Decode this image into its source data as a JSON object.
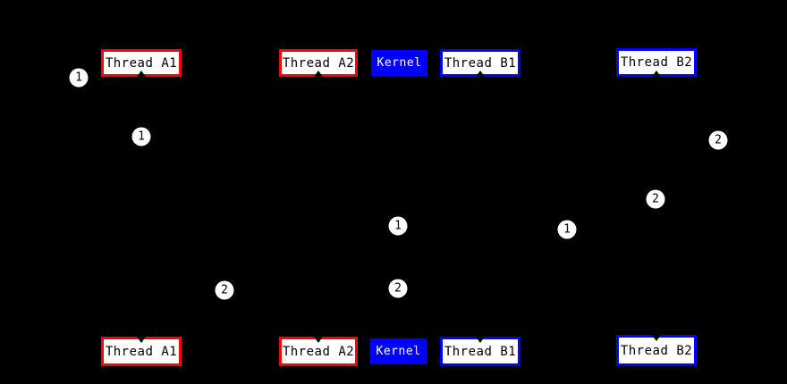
{
  "diagram": {
    "colors": {
      "background": "#000000",
      "thread_a_border": "#ff0000",
      "thread_b_border": "#0000ff",
      "kernel_fill": "#0000ff",
      "kernel_text": "#ffffff",
      "node_fill": "#ffffff",
      "node_text": "#000000",
      "badge_fill": "#ffffff",
      "badge_text": "#000000"
    },
    "nodes": {
      "top": [
        {
          "id": "thread-a1",
          "label": "Thread A1",
          "kind": "thread-a"
        },
        {
          "id": "thread-a2",
          "label": "Thread A2",
          "kind": "thread-a"
        },
        {
          "id": "kernel",
          "label": "Kernel",
          "kind": "kernel"
        },
        {
          "id": "thread-b1",
          "label": "Thread B1",
          "kind": "thread-b"
        },
        {
          "id": "thread-b2",
          "label": "Thread B2",
          "kind": "thread-b"
        }
      ],
      "bottom": [
        {
          "id": "thread-a1",
          "label": "Thread A1",
          "kind": "thread-a"
        },
        {
          "id": "thread-a2",
          "label": "Thread A2",
          "kind": "thread-a"
        },
        {
          "id": "kernel",
          "label": "Kernel",
          "kind": "kernel"
        },
        {
          "id": "thread-b1",
          "label": "Thread B1",
          "kind": "thread-b"
        },
        {
          "id": "thread-b2",
          "label": "Thread B2",
          "kind": "thread-b"
        }
      ]
    },
    "badges": [
      {
        "label": "1"
      },
      {
        "label": "1"
      },
      {
        "label": "2"
      },
      {
        "label": "2"
      },
      {
        "label": "1"
      },
      {
        "label": "1"
      },
      {
        "label": "2"
      },
      {
        "label": "2"
      }
    ]
  }
}
